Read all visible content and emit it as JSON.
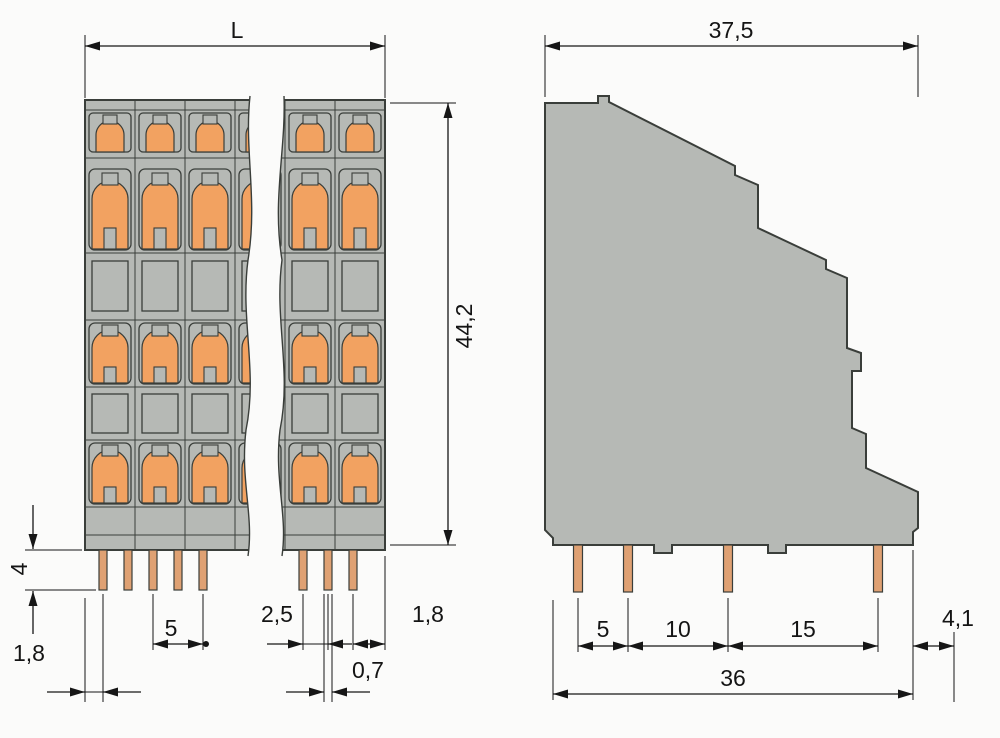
{
  "colors": {
    "body": "#b6b9b5",
    "outline": "#3a3e3a",
    "clamp": "#f2a261",
    "pin": "#dfa173",
    "dim": "#161616"
  },
  "front_view": {
    "length": "L",
    "height": "44,2",
    "pin_length": "4",
    "offset_left": "1,8",
    "pitch": "5",
    "half_pitch": "2,5",
    "pin_width": "0,7",
    "offset_right": "1,8"
  },
  "side_view": {
    "depth": "37,5",
    "gap1": "5",
    "gap2": "10",
    "gap3": "15",
    "offset_right": "4,1",
    "footprint": "36"
  }
}
